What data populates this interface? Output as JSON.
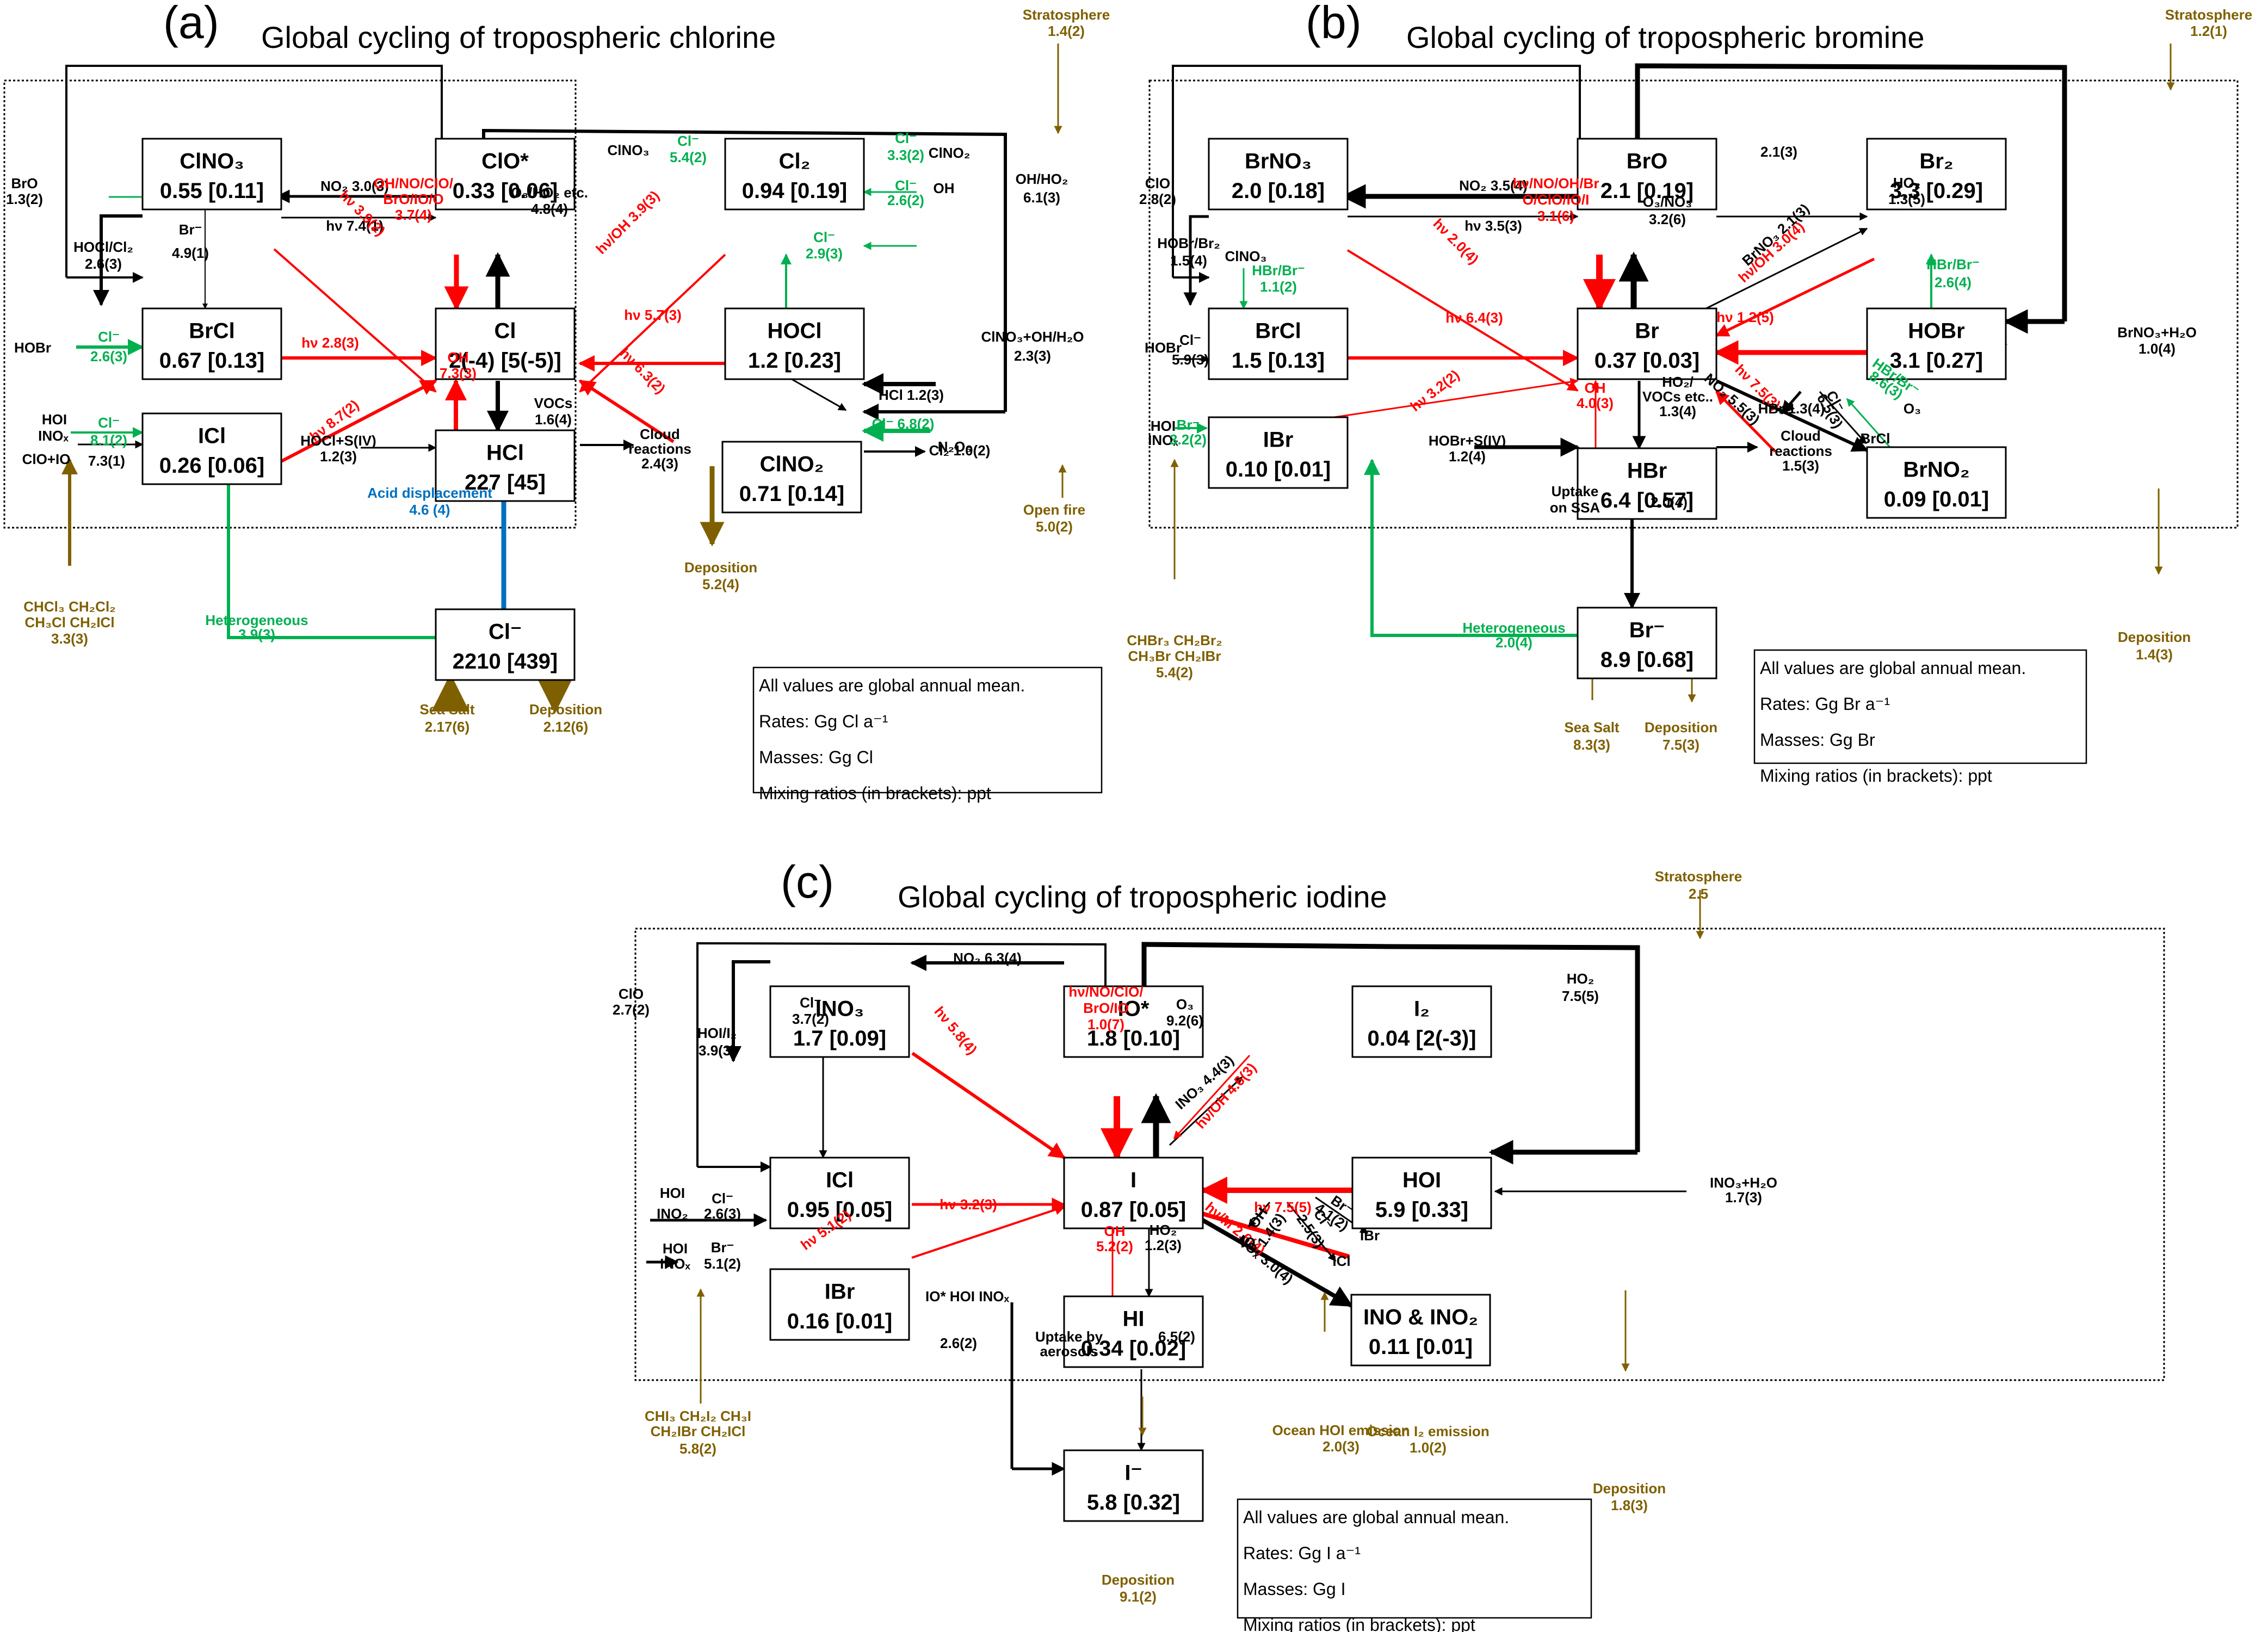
{
  "colors": {
    "black": "#000000",
    "red": "#ff0000",
    "green": "#00b050",
    "brown": "#7f6000",
    "blue": "#0070c0"
  },
  "panels": [
    {
      "id": "a",
      "label": "(a)",
      "title": "Global cycling of tropospheric chlorine",
      "note": [
        "All values are global annual mean.",
        "Rates: Gg Cl a⁻¹",
        "Masses: Gg Cl",
        "Mixing ratios (in brackets): ppt"
      ],
      "boxes": [
        {
          "name": "ClNO₃",
          "value": "0.55 [0.11]"
        },
        {
          "name": "ClO*",
          "value": "0.33 [0.06]"
        },
        {
          "name": "Cl₂",
          "value": "0.94 [0.19]"
        },
        {
          "name": "BrCl",
          "value": "0.67 [0.13]"
        },
        {
          "name": "Cl",
          "value": "2(-4) [5(-5)]"
        },
        {
          "name": "HOCl",
          "value": "1.2 [0.23]"
        },
        {
          "name": "ICl",
          "value": "0.26 [0.06]"
        },
        {
          "name": "HCl",
          "value": "227 [45]"
        },
        {
          "name": "ClNO₂",
          "value": "0.71 [0.14]"
        },
        {
          "name": "Cl⁻",
          "value": "2210 [439]"
        }
      ],
      "labels": [
        {
          "t": "NO₂  3.0(3)",
          "c": "k"
        },
        {
          "t": "hν  7.4(1)",
          "c": "k"
        },
        {
          "t": "BrO",
          "c": "k"
        },
        {
          "t": "1.3(2)",
          "c": "k"
        },
        {
          "t": "HOCl/Cl₂",
          "c": "k"
        },
        {
          "t": "2.6(3)",
          "c": "k"
        },
        {
          "t": "Br⁻",
          "c": "k"
        },
        {
          "t": "4.9(1)",
          "c": "k"
        },
        {
          "t": "hν  3.9(2)",
          "c": "r"
        },
        {
          "t": "OH/NO/ClO/",
          "c": "r"
        },
        {
          "t": "BrO/IO/O",
          "c": "r"
        },
        {
          "t": "3.7(4)",
          "c": "r"
        },
        {
          "t": "O₃/HO₂ etc.",
          "c": "k"
        },
        {
          "t": "4.8(4)",
          "c": "k"
        },
        {
          "t": "hν/OH  3.9(3)",
          "c": "r"
        },
        {
          "t": "ClNO₃",
          "c": "k"
        },
        {
          "t": "Cl⁻",
          "c": "g"
        },
        {
          "t": "5.4(2)",
          "c": "g"
        },
        {
          "t": "Cl⁻",
          "c": "g"
        },
        {
          "t": "3.3(2)",
          "c": "g"
        },
        {
          "t": "ClNO₂",
          "c": "k"
        },
        {
          "t": "Cl⁻",
          "c": "g"
        },
        {
          "t": "2.6(2)",
          "c": "g"
        },
        {
          "t": "OH",
          "c": "k"
        },
        {
          "t": "OH/HO₂",
          "c": "k"
        },
        {
          "t": "6.1(3)",
          "c": "k"
        },
        {
          "t": "Cl⁻",
          "c": "g"
        },
        {
          "t": "2.9(3)",
          "c": "g"
        },
        {
          "t": "hν  2.8(3)",
          "c": "r"
        },
        {
          "t": "hν  5.7(3)",
          "c": "r"
        },
        {
          "t": "HOBr",
          "c": "k"
        },
        {
          "t": "Cl⁻",
          "c": "g"
        },
        {
          "t": "2.6(3)",
          "c": "g"
        },
        {
          "t": "ClNO₃+OH/H₂O",
          "c": "k"
        },
        {
          "t": "2.3(3)",
          "c": "k"
        },
        {
          "t": "HCl 1.2(3)",
          "c": "k"
        },
        {
          "t": "HOI",
          "c": "k"
        },
        {
          "t": "INOₓ",
          "c": "k"
        },
        {
          "t": "Cl⁻",
          "c": "g"
        },
        {
          "t": "8.1(2)",
          "c": "g"
        },
        {
          "t": "ClO+IO",
          "c": "k"
        },
        {
          "t": "7.3(1)",
          "c": "k"
        },
        {
          "t": "hν  8.7(2)",
          "c": "r"
        },
        {
          "t": "OH",
          "c": "r"
        },
        {
          "t": "7.3(3)",
          "c": "r"
        },
        {
          "t": "VOCs",
          "c": "k"
        },
        {
          "t": "1.6(4)",
          "c": "k"
        },
        {
          "t": "hν  6.3(2)",
          "c": "r"
        },
        {
          "t": "Cl⁻ 6.8(2)",
          "c": "g"
        },
        {
          "t": "N₂O₅",
          "c": "k"
        },
        {
          "t": "HOCl+S(IV)",
          "c": "k"
        },
        {
          "t": "1.2(3)",
          "c": "k"
        },
        {
          "t": "Cloud",
          "c": "k"
        },
        {
          "t": "reactions",
          "c": "k"
        },
        {
          "t": "2.4(3)",
          "c": "k"
        },
        {
          "t": "Cl₂ 1.0(2)",
          "c": "k"
        },
        {
          "t": "Acid displacement",
          "c": "b"
        },
        {
          "t": "4.6 (4)",
          "c": "b"
        },
        {
          "t": "Heterogeneous",
          "c": "g"
        },
        {
          "t": "3.9(3)",
          "c": "g"
        },
        {
          "t": "Stratosphere",
          "c": "n"
        },
        {
          "t": "1.4(2)",
          "c": "n"
        },
        {
          "t": "Open fire",
          "c": "n"
        },
        {
          "t": "5.0(2)",
          "c": "n"
        },
        {
          "t": "Deposition",
          "c": "n"
        },
        {
          "t": "5.2(4)",
          "c": "n"
        },
        {
          "t": "CHCl₃  CH₂Cl₂",
          "c": "n"
        },
        {
          "t": "CH₃Cl  CH₂ICl",
          "c": "n"
        },
        {
          "t": "3.3(3)",
          "c": "n"
        },
        {
          "t": "Sea Salt",
          "c": "n"
        },
        {
          "t": "2.17(6)",
          "c": "n"
        },
        {
          "t": "Deposition",
          "c": "n"
        },
        {
          "t": "2.12(6)",
          "c": "n"
        }
      ]
    },
    {
      "id": "b",
      "label": "(b)",
      "title": "Global cycling of tropospheric bromine",
      "note": [
        "All values are global annual mean.",
        "Rates: Gg Br a⁻¹",
        "Masses: Gg Br",
        "Mixing ratios (in brackets): ppt"
      ],
      "boxes": [
        {
          "name": "BrNO₃",
          "value": "2.0 [0.18]"
        },
        {
          "name": "BrO",
          "value": "2.1 [0.19]"
        },
        {
          "name": "Br₂",
          "value": "3.3 [0.29]"
        },
        {
          "name": "BrCl",
          "value": "1.5 [0.13]"
        },
        {
          "name": "Br",
          "value": "0.37 [0.03]"
        },
        {
          "name": "HOBr",
          "value": "3.1 [0.27]"
        },
        {
          "name": "IBr",
          "value": "0.10 [0.01]"
        },
        {
          "name": "HBr",
          "value": "6.4 [0.57]"
        },
        {
          "name": "BrNO₂",
          "value": "0.09 [0.01]"
        },
        {
          "name": "Br⁻",
          "value": "8.9 [0.68]"
        }
      ],
      "labels": [
        {
          "t": "NO₂  3.5(4)",
          "c": "k"
        },
        {
          "t": "hν  3.5(3)",
          "c": "k"
        },
        {
          "t": "2.1(3)",
          "c": "k"
        },
        {
          "t": "ClO",
          "c": "k"
        },
        {
          "t": "2.8(2)",
          "c": "k"
        },
        {
          "t": "HOBr/Br₂",
          "c": "k"
        },
        {
          "t": "1.5(4)",
          "c": "k"
        },
        {
          "t": "ClNO₃",
          "c": "k"
        },
        {
          "t": "HBr/Br⁻",
          "c": "g"
        },
        {
          "t": "1.1(2)",
          "c": "g"
        },
        {
          "t": "hν  2.0(4)",
          "c": "r"
        },
        {
          "t": "hν/NO/OH/Br",
          "c": "r"
        },
        {
          "t": "O/ClO/IO/I",
          "c": "r"
        },
        {
          "t": "3.1(6)",
          "c": "r"
        },
        {
          "t": "O₃/NO₃",
          "c": "k"
        },
        {
          "t": "3.2(6)",
          "c": "k"
        },
        {
          "t": "BrNO₃ 2.1(3)",
          "c": "k"
        },
        {
          "t": "hν/OH  3.0(4)",
          "c": "r"
        },
        {
          "t": "HBr/Br⁻",
          "c": "g"
        },
        {
          "t": "2.6(4)",
          "c": "g"
        },
        {
          "t": "HO₂",
          "c": "k"
        },
        {
          "t": "1.3(5)",
          "c": "k"
        },
        {
          "t": "hν  6.4(3)",
          "c": "r"
        },
        {
          "t": "hν  1.2(5)",
          "c": "r"
        },
        {
          "t": "HOBr",
          "c": "k"
        },
        {
          "t": "Cl⁻",
          "c": "k"
        },
        {
          "t": "5.9(3)",
          "c": "k"
        },
        {
          "t": "BrNO₃+H₂O",
          "c": "k"
        },
        {
          "t": "1.0(4)",
          "c": "k"
        },
        {
          "t": "HOI",
          "c": "k"
        },
        {
          "t": "INOₓ",
          "c": "k"
        },
        {
          "t": "Br⁻",
          "c": "g"
        },
        {
          "t": "3.2(2)",
          "c": "g"
        },
        {
          "t": "hν  3.2(2)",
          "c": "r"
        },
        {
          "t": "OH",
          "c": "r"
        },
        {
          "t": "4.0(3)",
          "c": "r"
        },
        {
          "t": "HO₂/",
          "c": "k"
        },
        {
          "t": "VOCs etc..",
          "c": "k"
        },
        {
          "t": "1.3(4)",
          "c": "k"
        },
        {
          "t": "NO₂  5.5(3)",
          "c": "k"
        },
        {
          "t": "hν  7.5(3)",
          "c": "r"
        },
        {
          "t": "HBr 1.3(4)",
          "c": "k"
        },
        {
          "t": "Cl⁻",
          "c": "k"
        },
        {
          "t": "6.5(3)",
          "c": "k"
        },
        {
          "t": "BrCl",
          "c": "k"
        },
        {
          "t": "HBr/Br⁻",
          "c": "g"
        },
        {
          "t": "8.6(3)",
          "c": "g"
        },
        {
          "t": "O₃",
          "c": "k"
        },
        {
          "t": "HOBr+S(IV)",
          "c": "k"
        },
        {
          "t": "1.2(4)",
          "c": "k"
        },
        {
          "t": "Cloud",
          "c": "k"
        },
        {
          "t": "reactions",
          "c": "k"
        },
        {
          "t": "1.5(3)",
          "c": "k"
        },
        {
          "t": "Uptake",
          "c": "k"
        },
        {
          "t": "on SSA",
          "c": "k"
        },
        {
          "t": "2.0(4)",
          "c": "k"
        },
        {
          "t": "Heterogeneous",
          "c": "g"
        },
        {
          "t": "2.0(4)",
          "c": "g"
        },
        {
          "t": "Stratosphere",
          "c": "n"
        },
        {
          "t": "1.2(1)",
          "c": "n"
        },
        {
          "t": "Deposition",
          "c": "n"
        },
        {
          "t": "1.4(3)",
          "c": "n"
        },
        {
          "t": "CHBr₃  CH₂Br₂",
          "c": "n"
        },
        {
          "t": "CH₃Br CH₂IBr",
          "c": "n"
        },
        {
          "t": "5.4(2)",
          "c": "n"
        },
        {
          "t": "Sea Salt",
          "c": "n"
        },
        {
          "t": "8.3(3)",
          "c": "n"
        },
        {
          "t": "Deposition",
          "c": "n"
        },
        {
          "t": "7.5(3)",
          "c": "n"
        }
      ]
    },
    {
      "id": "c",
      "label": "(c)",
      "title": "Global cycling of tropospheric iodine",
      "note": [
        "All values are global annual mean.",
        "Rates: Gg I a⁻¹",
        "Masses: Gg I",
        "Mixing ratios (in brackets): ppt"
      ],
      "boxes": [
        {
          "name": "INO₃",
          "value": "1.7 [0.09]"
        },
        {
          "name": "IO*",
          "value": "1.8 [0.10]"
        },
        {
          "name": "I₂",
          "value": "0.04 [2(-3)]"
        },
        {
          "name": "ICl",
          "value": "0.95 [0.05]"
        },
        {
          "name": "I",
          "value": "0.87 [0.05]"
        },
        {
          "name": "HOI",
          "value": "5.9 [0.33]"
        },
        {
          "name": "IBr",
          "value": "0.16 [0.01]"
        },
        {
          "name": "HI",
          "value": "0.34 [0.02]"
        },
        {
          "name": "INO & INO₂",
          "value": "0.11 [0.01]"
        },
        {
          "name": "I⁻",
          "value": "5.8 [0.32]"
        }
      ],
      "labels": [
        {
          "t": "NO₂  6.3(4)",
          "c": "k"
        },
        {
          "t": "ClO",
          "c": "k"
        },
        {
          "t": "2.7(2)",
          "c": "k"
        },
        {
          "t": "HOI/I₂",
          "c": "k"
        },
        {
          "t": "3.9(3)",
          "c": "k"
        },
        {
          "t": "Cl⁻",
          "c": "k"
        },
        {
          "t": "3.7(2)",
          "c": "k"
        },
        {
          "t": "hν  5.8(4)",
          "c": "r"
        },
        {
          "t": "hν/NO/ClO/",
          "c": "r"
        },
        {
          "t": "BrO/IO",
          "c": "r"
        },
        {
          "t": "1.0(7)",
          "c": "r"
        },
        {
          "t": "O₃",
          "c": "k"
        },
        {
          "t": "9.2(6)",
          "c": "k"
        },
        {
          "t": "INO₃ 4.4(3)",
          "c": "k"
        },
        {
          "t": "hν/OH  4.6(3)",
          "c": "r"
        },
        {
          "t": "HO₂",
          "c": "k"
        },
        {
          "t": "7.5(5)",
          "c": "k"
        },
        {
          "t": "hν  3.2(3)",
          "c": "r"
        },
        {
          "t": "hν  7.5(5)",
          "c": "r"
        },
        {
          "t": "HOI",
          "c": "k"
        },
        {
          "t": "INO₂",
          "c": "k"
        },
        {
          "t": "Cl⁻",
          "c": "k"
        },
        {
          "t": "2.6(3)",
          "c": "k"
        },
        {
          "t": "INO₃+H₂O",
          "c": "k"
        },
        {
          "t": "1.7(3)",
          "c": "k"
        },
        {
          "t": "hν/M  2.6(4)",
          "c": "r"
        },
        {
          "t": "NOₓ  3.0(4)",
          "c": "k"
        },
        {
          "t": "OH",
          "c": "k"
        },
        {
          "t": "1.4(3)",
          "c": "k"
        },
        {
          "t": "IO",
          "c": "k"
        },
        {
          "t": "Cl⁻",
          "c": "k"
        },
        {
          "t": "2.5(3)",
          "c": "k"
        },
        {
          "t": "ICl",
          "c": "k"
        },
        {
          "t": "Br⁻",
          "c": "k"
        },
        {
          "t": "4.1(2)",
          "c": "k"
        },
        {
          "t": "IBr",
          "c": "k"
        },
        {
          "t": "HOI",
          "c": "k"
        },
        {
          "t": "INOₓ",
          "c": "k"
        },
        {
          "t": "Br⁻",
          "c": "k"
        },
        {
          "t": "5.1(2)",
          "c": "k"
        },
        {
          "t": "hν  5.1(2)",
          "c": "r"
        },
        {
          "t": "OH",
          "c": "r"
        },
        {
          "t": "5.2(2)",
          "c": "r"
        },
        {
          "t": "HO₂",
          "c": "k"
        },
        {
          "t": "1.2(3)",
          "c": "k"
        },
        {
          "t": "IO*  HOI  INOₓ",
          "c": "k"
        },
        {
          "t": "2.6(2)",
          "c": "k"
        },
        {
          "t": "Uptake by",
          "c": "k"
        },
        {
          "t": "aerosols",
          "c": "k"
        },
        {
          "t": "6.5(2)",
          "c": "k"
        },
        {
          "t": "Stratosphere",
          "c": "n"
        },
        {
          "t": "2.5",
          "c": "n"
        },
        {
          "t": "Ocean HOI emission",
          "c": "n"
        },
        {
          "t": "2.0(3)",
          "c": "n"
        },
        {
          "t": "Ocean I₂ emission",
          "c": "n"
        },
        {
          "t": "1.0(2)",
          "c": "n"
        },
        {
          "t": "Deposition",
          "c": "n"
        },
        {
          "t": "1.8(3)",
          "c": "n"
        },
        {
          "t": "CHI₃  CH₂I₂  CH₃I",
          "c": "n"
        },
        {
          "t": "CH₂IBr CH₂ICl",
          "c": "n"
        },
        {
          "t": "5.8(2)",
          "c": "n"
        },
        {
          "t": "Deposition",
          "c": "n"
        },
        {
          "t": "9.1(2)",
          "c": "n"
        }
      ]
    }
  ]
}
